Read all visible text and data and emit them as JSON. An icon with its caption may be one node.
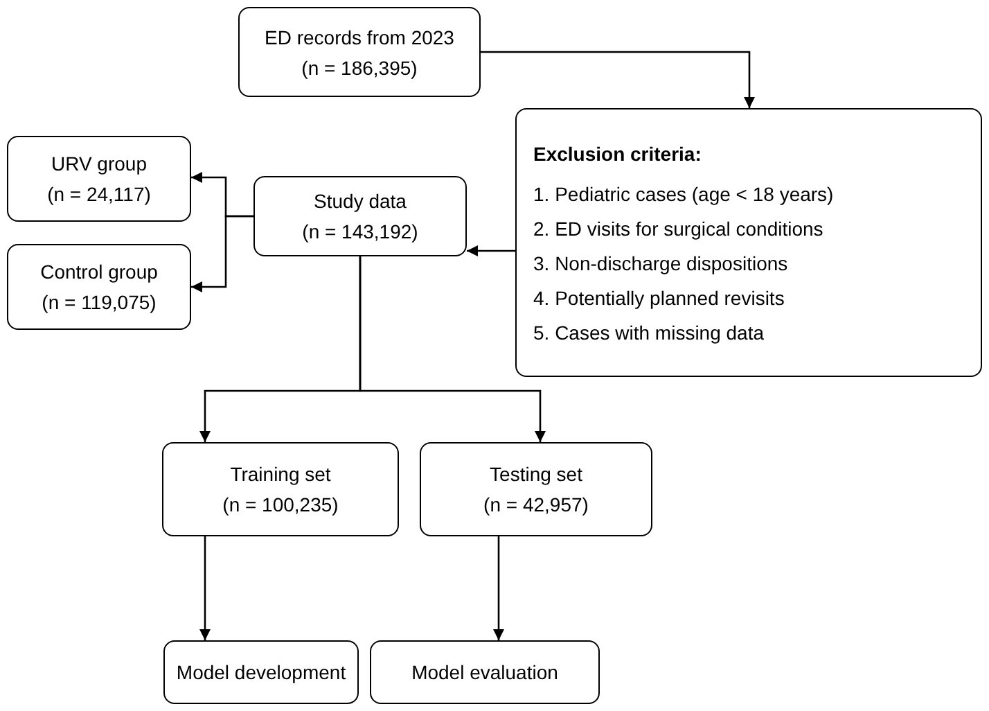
{
  "diagram": {
    "nodes": [
      {
        "text": [
          "ED records from 2023",
          "(n = 186,395)"
        ]
      },
      {
        "text": [
          "Exclusion criteria:",
          "1. Pediatric cases (age < 18 years)",
          "2. ED visits for surgical conditions",
          "3. Non-discharge dispositions",
          "4. Potentially planned revisits",
          "5. Cases with missing data"
        ]
      },
      {
        "text": [
          "URV group",
          "(n = 24,117)"
        ]
      },
      {
        "text": [
          "Study data",
          "(n = 143,192)"
        ]
      },
      {
        "text": [
          "Control group",
          "(n = 119,075)"
        ]
      },
      {
        "text": [
          "Training set",
          "(n = 100,235)"
        ]
      },
      {
        "text": [
          "Testing set",
          "(n = 42,957)"
        ]
      },
      {
        "text": [
          "Model development"
        ]
      },
      {
        "text": [
          "Model evaluation"
        ]
      }
    ],
    "edges": [
      {
        "from": 0,
        "to": 1,
        "arrow": "to"
      },
      {
        "from": 1,
        "to": 3,
        "arrow": "to"
      },
      {
        "from": 3,
        "to": 2,
        "arrow": "to"
      },
      {
        "from": 3,
        "to": 4,
        "arrow": "to"
      },
      {
        "from": 3,
        "to": 5,
        "arrow": "to"
      },
      {
        "from": 3,
        "to": 6,
        "arrow": "to"
      },
      {
        "from": 5,
        "to": 7,
        "arrow": "to"
      },
      {
        "from": 6,
        "to": 8,
        "arrow": "to"
      }
    ]
  }
}
